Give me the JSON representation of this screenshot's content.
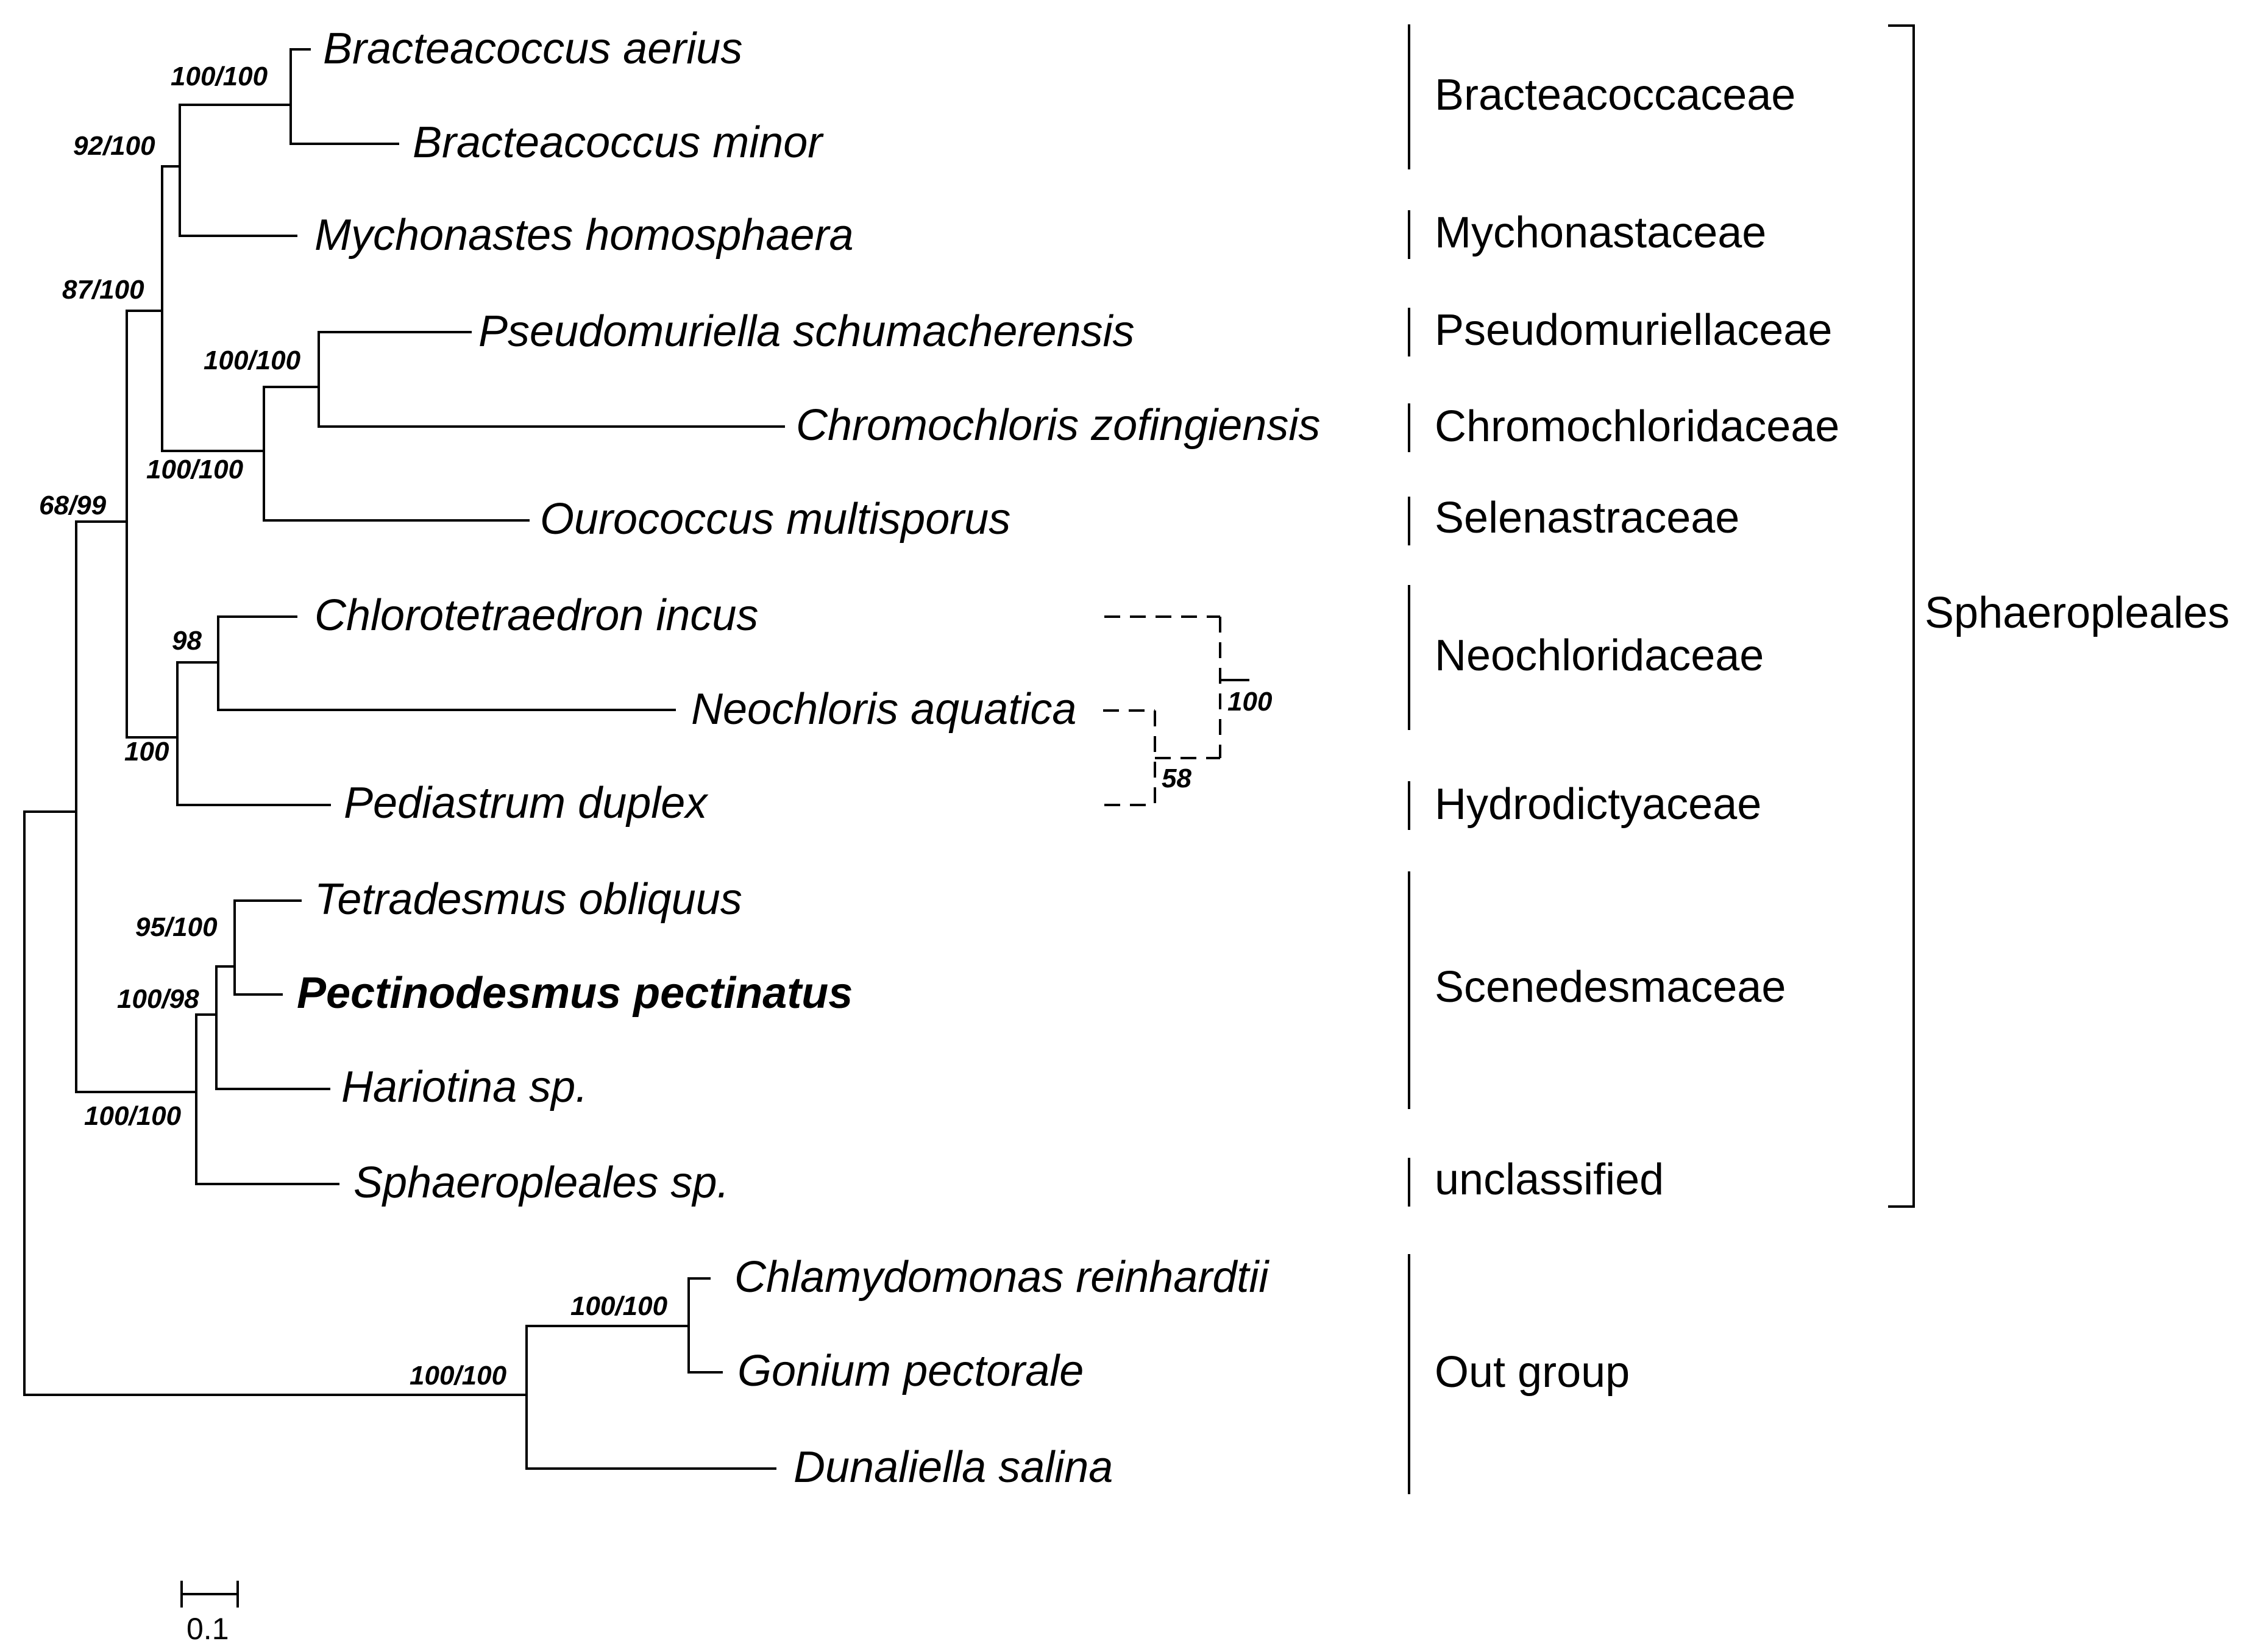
{
  "taxa": {
    "bracteacoccus_aerius": "Bracteacoccus aerius",
    "bracteacoccus_minor": "Bracteacoccus minor",
    "mychonastes": "Mychonastes homosphaera",
    "pseudomuriella": "Pseudomuriella schumacherensis",
    "chromochloris": "Chromochloris zofingiensis",
    "ourococcus": "Ourococcus multisporus",
    "chlorotetraedron": "Chlorotetraedron incus",
    "neochloris": "Neochloris aquatica",
    "pediastrum": "Pediastrum duplex",
    "tetradesmus": "Tetradesmus obliquus",
    "pectinodesmus": "Pectinodesmus pectinatus",
    "hariotina": "Hariotina sp.",
    "sphaeropleales_sp": "Sphaeropleales sp.",
    "chlamydomonas": "Chlamydomonas reinhardtii",
    "gonium": "Gonium pectorale",
    "dunaliella": "Dunaliella salina"
  },
  "support": {
    "bracteacoccus": "100/100",
    "bracte_mychon": "92/100",
    "upper_clade": "87/100",
    "pseudo_chromo": "100/100",
    "pseudo_ouro": "100/100",
    "sphaeropleales_core": "68/99",
    "chloro_neo": "98",
    "neo_pedi_clade": "100",
    "tetra_pectino": "95/100",
    "scened": "100/98",
    "scened_unclass": "100/100",
    "outgroup_chlamy": "100/100",
    "outgroup": "100/100",
    "alt_topology_outer": "100",
    "alt_topology_inner": "58"
  },
  "families": {
    "bracteacoccaceae": "Bracteacoccaceae",
    "mychonastaceae": "Mychonastaceae",
    "pseudomuriellaceae": "Pseudomuriellaceae",
    "chromochloridaceae": "Chromochloridaceae",
    "selenastraceae": "Selenastraceae",
    "neochloridaceae": "Neochloridaceae",
    "hydrodictyaceae": "Hydrodictyaceae",
    "scenedesmaceae": "Scenedesmaceae",
    "unclassified": "unclassified",
    "outgroup": "Out group"
  },
  "order_label": "Sphaeropleales",
  "scale_bar": {
    "label": "0.1",
    "length": 0.1
  }
}
